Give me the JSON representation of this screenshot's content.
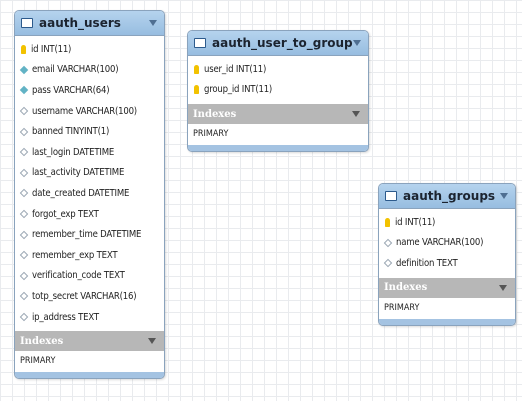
{
  "tables": {
    "aauth_users": {
      "name": "aauth_users",
      "columns": [
        {
          "icon": "key-icon",
          "text": "id INT(11)"
        },
        {
          "icon": "filled-diamond-icon",
          "text": "email VARCHAR(100)"
        },
        {
          "icon": "filled-diamond-icon",
          "text": "pass VARCHAR(64)"
        },
        {
          "icon": "empty-diamond-icon",
          "text": "username VARCHAR(100)"
        },
        {
          "icon": "empty-diamond-icon",
          "text": "banned TINYINT(1)"
        },
        {
          "icon": "empty-diamond-icon",
          "text": "last_login DATETIME"
        },
        {
          "icon": "empty-diamond-icon",
          "text": "last_activity DATETIME"
        },
        {
          "icon": "empty-diamond-icon",
          "text": "date_created DATETIME"
        },
        {
          "icon": "empty-diamond-icon",
          "text": "forgot_exp TEXT"
        },
        {
          "icon": "empty-diamond-icon",
          "text": "remember_time DATETIME"
        },
        {
          "icon": "empty-diamond-icon",
          "text": "remember_exp TEXT"
        },
        {
          "icon": "empty-diamond-icon",
          "text": "verification_code TEXT"
        },
        {
          "icon": "empty-diamond-icon",
          "text": "totp_secret VARCHAR(16)"
        },
        {
          "icon": "empty-diamond-icon",
          "text": "ip_address TEXT"
        }
      ],
      "indexes_label": "Indexes",
      "indexes": [
        "PRIMARY"
      ]
    },
    "aauth_user_to_group": {
      "name": "aauth_user_to_group",
      "columns": [
        {
          "icon": "key-icon",
          "text": "user_id INT(11)"
        },
        {
          "icon": "key-icon",
          "text": "group_id INT(11)"
        }
      ],
      "indexes_label": "Indexes",
      "indexes": [
        "PRIMARY"
      ]
    },
    "aauth_groups": {
      "name": "aauth_groups",
      "columns": [
        {
          "icon": "key-icon",
          "text": "id INT(11)"
        },
        {
          "icon": "empty-diamond-icon",
          "text": "name VARCHAR(100)"
        },
        {
          "icon": "empty-diamond-icon",
          "text": "definition TEXT"
        }
      ],
      "indexes_label": "Indexes",
      "indexes": [
        "PRIMARY"
      ]
    }
  },
  "colors": {
    "header": "#a6c8e8",
    "border": "#8aa3bd",
    "indexes_bar": "#b7b7b7",
    "key": "#f2c200",
    "filled_diamond": "#62b3c5"
  }
}
